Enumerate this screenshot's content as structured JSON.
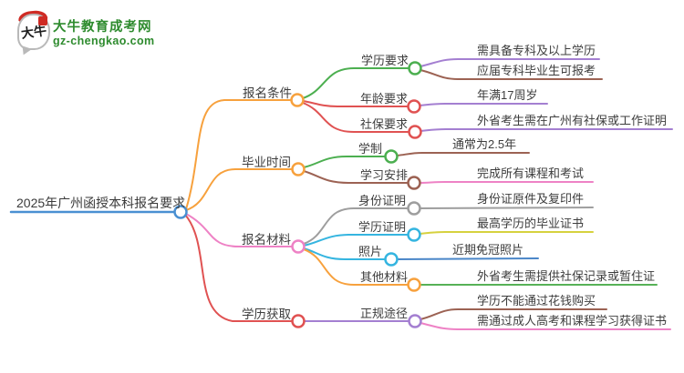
{
  "logo": {
    "title": "大牛教育成考网",
    "domain": "gz-chengkao.com",
    "bubble_text": "大牛",
    "title_color": "#2e8b2e",
    "seal_color": "#cf2b24"
  },
  "palette": {
    "blue": "#4a90d2",
    "orange": "#f7a13d",
    "red": "#e05252",
    "green": "#4caf50",
    "brown": "#9c6253",
    "purple": "#a47fd1",
    "pink": "#ee82c5",
    "cyan": "#35b5e0",
    "gray": "#9e9e9e",
    "yellow": "#d6d13e",
    "steelblue": "#4a86c8",
    "leafgreen": "#57b157",
    "white": "#ffffff"
  },
  "mindmap": {
    "root": {
      "label": "2025年广州函授本科报名要求",
      "color": "#4a90d2"
    },
    "branches": [
      {
        "label": "报名条件",
        "color": "#f7a13d",
        "children": [
          {
            "label": "学历要求",
            "color": "#4caf50",
            "leaves": [
              {
                "label": "需具备专科及以上学历",
                "color": "#a47fd1"
              },
              {
                "label": "应届专科毕业生可报考",
                "color": "#9c6253"
              }
            ]
          },
          {
            "label": "年龄要求",
            "color": "#e05252",
            "leaves": [
              {
                "label": "年满17周岁",
                "color": "#a47fd1"
              }
            ]
          },
          {
            "label": "社保要求",
            "color": "#e05252",
            "leaves": [
              {
                "label": "外省考生需在广州有社保或工作证明",
                "color": "#a47fd1"
              }
            ]
          }
        ]
      },
      {
        "label": "毕业时间",
        "color": "#f7a13d",
        "children": [
          {
            "label": "学制",
            "color": "#4caf50",
            "leaves": [
              {
                "label": "通常为2.5年",
                "color": "#9c6253"
              }
            ]
          },
          {
            "label": "学习安排",
            "color": "#9c6253",
            "leaves": [
              {
                "label": "完成所有课程和考试",
                "color": "#ee82c5"
              }
            ]
          }
        ]
      },
      {
        "label": "报名材料",
        "color": "#ee82c5",
        "children": [
          {
            "label": "身份证明",
            "color": "#9e9e9e",
            "leaves": [
              {
                "label": "身份证原件及复印件",
                "color": "#9e9e9e"
              }
            ]
          },
          {
            "label": "学历证明",
            "color": "#35b5e0",
            "leaves": [
              {
                "label": "最高学历的毕业证书",
                "color": "#d6d13e"
              }
            ]
          },
          {
            "label": "照片",
            "color": "#35b5e0",
            "leaves": [
              {
                "label": "近期免冠照片",
                "color": "#4a86c8"
              }
            ]
          },
          {
            "label": "其他材料",
            "color": "#f7a13d",
            "leaves": [
              {
                "label": "外省考生需提供社保记录或暂住证",
                "color": "#57b157"
              }
            ]
          }
        ]
      },
      {
        "label": "学历获取",
        "color": "#e05252",
        "children": [
          {
            "label": "正规途径",
            "color": "#a47fd1",
            "leaves": [
              {
                "label": "学历不能通过花钱购买",
                "color": "#9c6253"
              },
              {
                "label": "需通过成人高考和课程学习获得证书",
                "color": "#ee82c5"
              }
            ]
          }
        ]
      }
    ]
  }
}
